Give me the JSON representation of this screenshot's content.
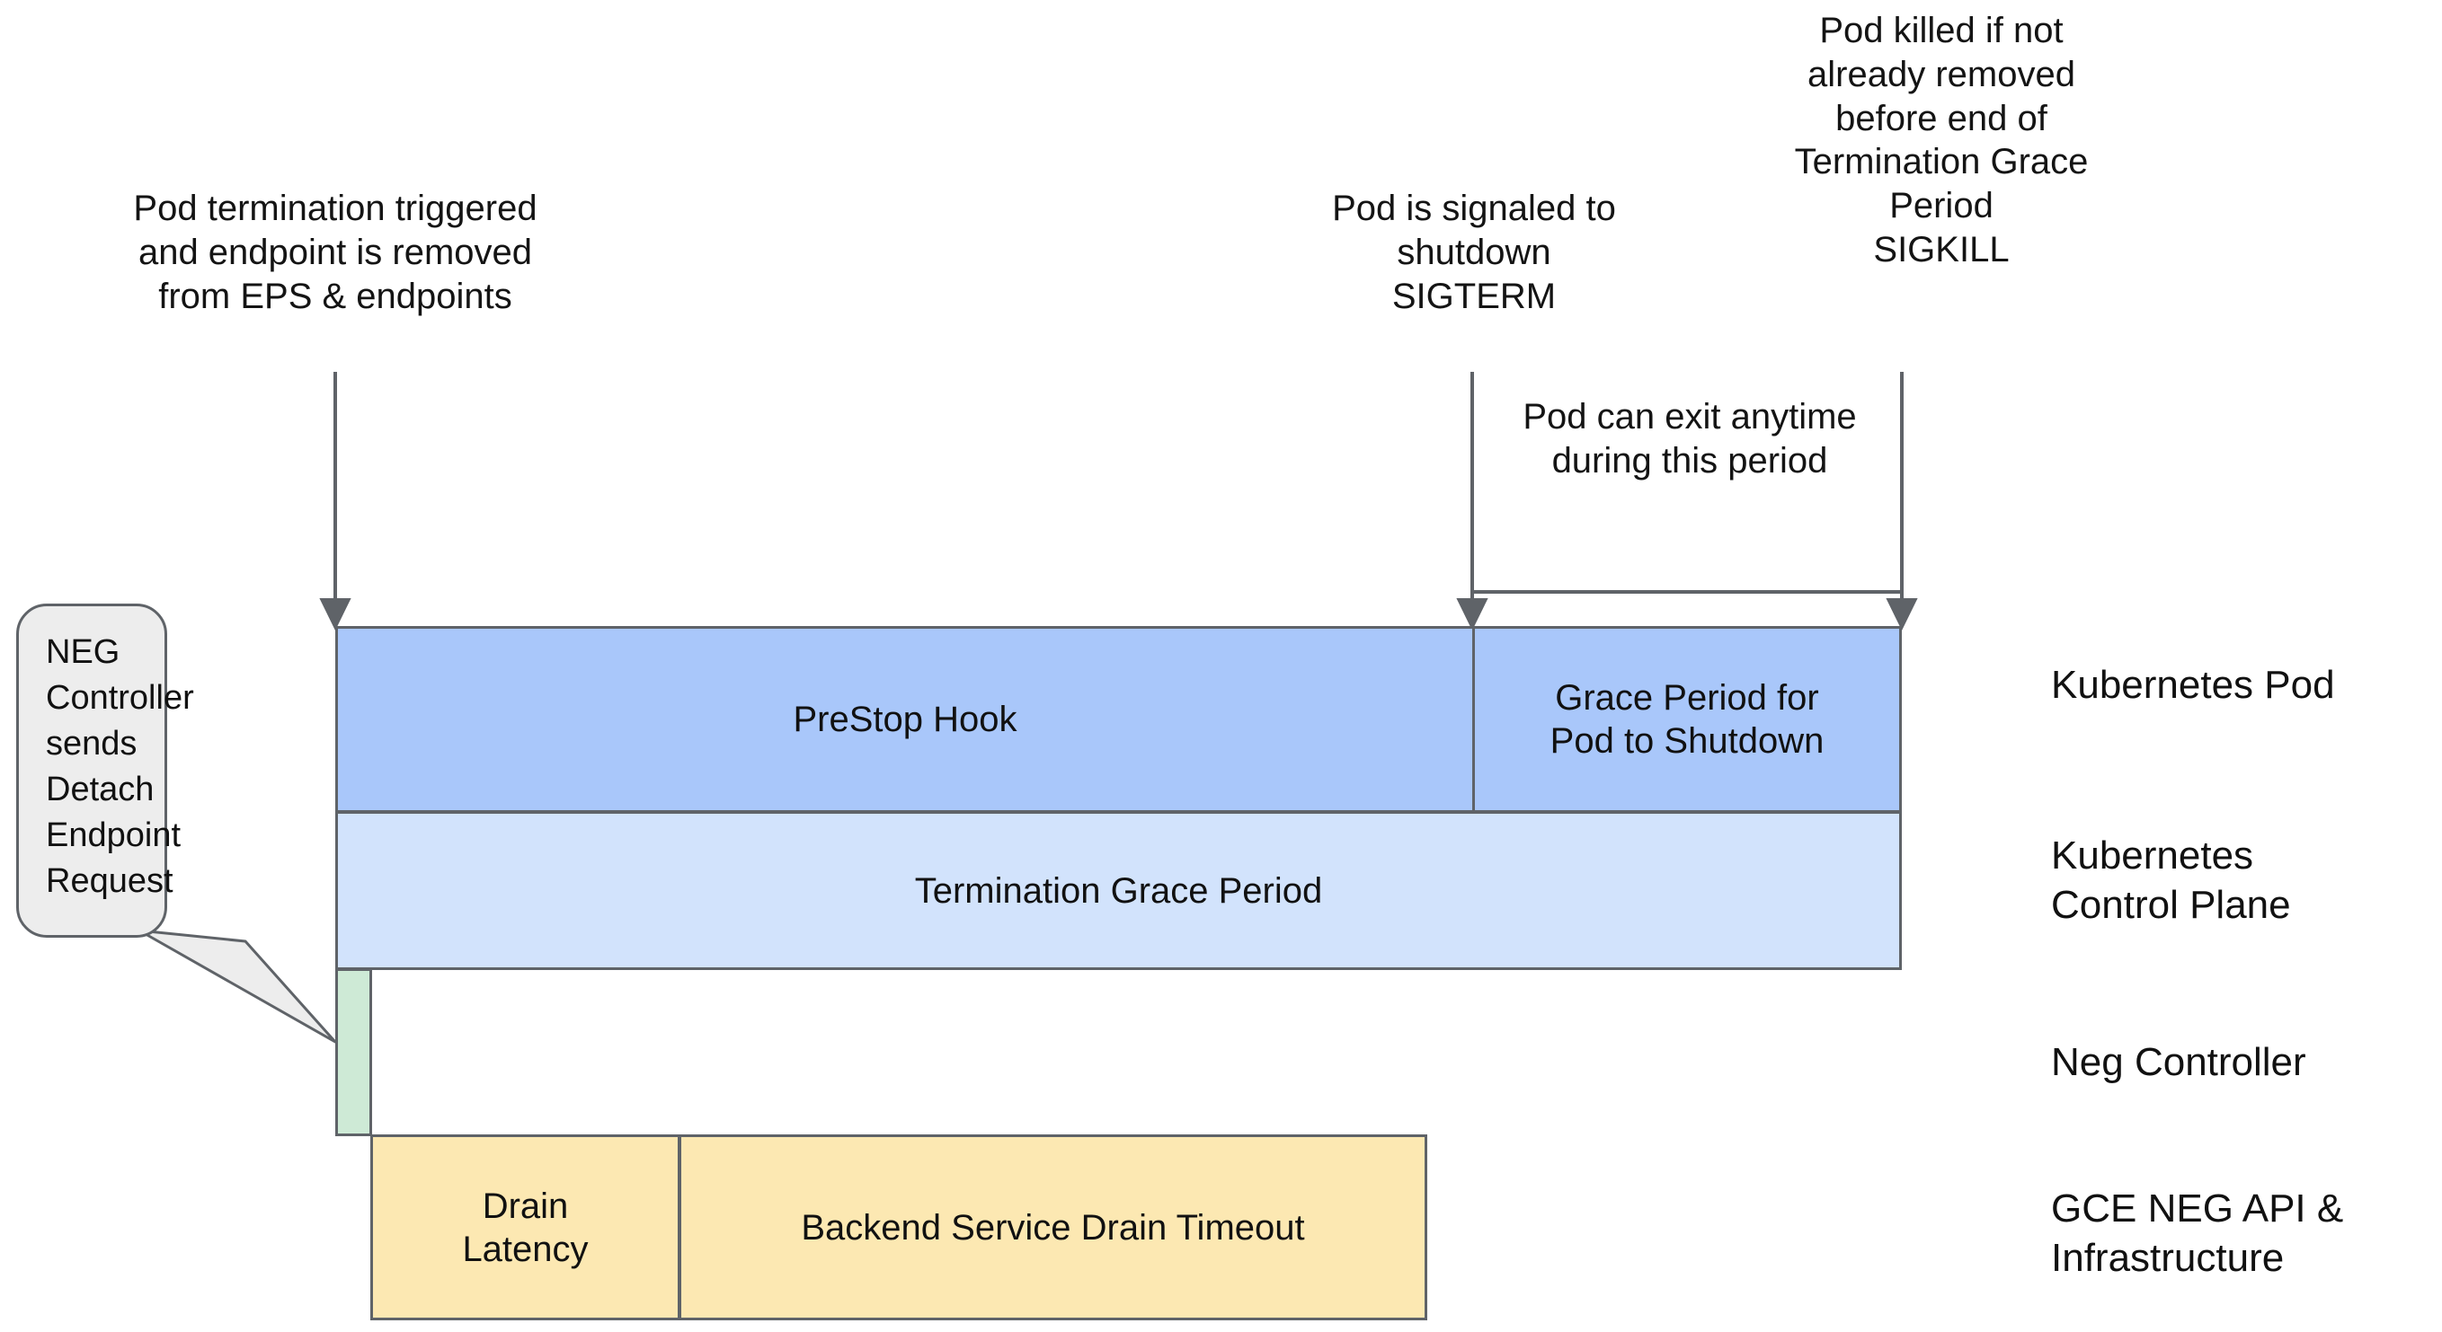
{
  "diagram": {
    "title": "Kubernetes Pod termination and NEG endpoint drain timeline",
    "colors": {
      "prestop_fill": "#A9C7FA",
      "grace_fill": "#A9C7FA",
      "termination_fill": "#D2E3FC",
      "neg_fill": "#CEEAD6",
      "drain_fill": "#FCE8B2",
      "stroke": "#5F6368",
      "bubble_fill": "#EDEDED"
    }
  },
  "annotations": {
    "pod_termination": "Pod termination triggered\nand endpoint is removed\nfrom EPS & endpoints",
    "sigterm": "Pod is signaled to\nshutdown\nSIGTERM",
    "sigkill": "Pod killed if not\nalready removed\nbefore end of\nTermination Grace\nPeriod\nSIGKILL",
    "pod_can_exit": "Pod can exit anytime\nduring this period"
  },
  "callout": {
    "text": "NEG\nController\nsends\nDetach\nEndpoint\nRequest"
  },
  "bars": {
    "prestop_hook": "PreStop Hook",
    "grace_period": "Grace Period for\nPod to Shutdown",
    "termination_grace_period": "Termination Grace Period",
    "neg_detach": "",
    "drain_latency": "Drain\nLatency",
    "backend_service_drain_timeout": "Backend Service Drain Timeout"
  },
  "legend": {
    "rows": [
      {
        "label": "Kubernetes Pod"
      },
      {
        "label": "Kubernetes\nControl Plane"
      },
      {
        "label": "Neg Controller"
      },
      {
        "label": "GCE NEG API &\nInfrastructure"
      }
    ]
  }
}
